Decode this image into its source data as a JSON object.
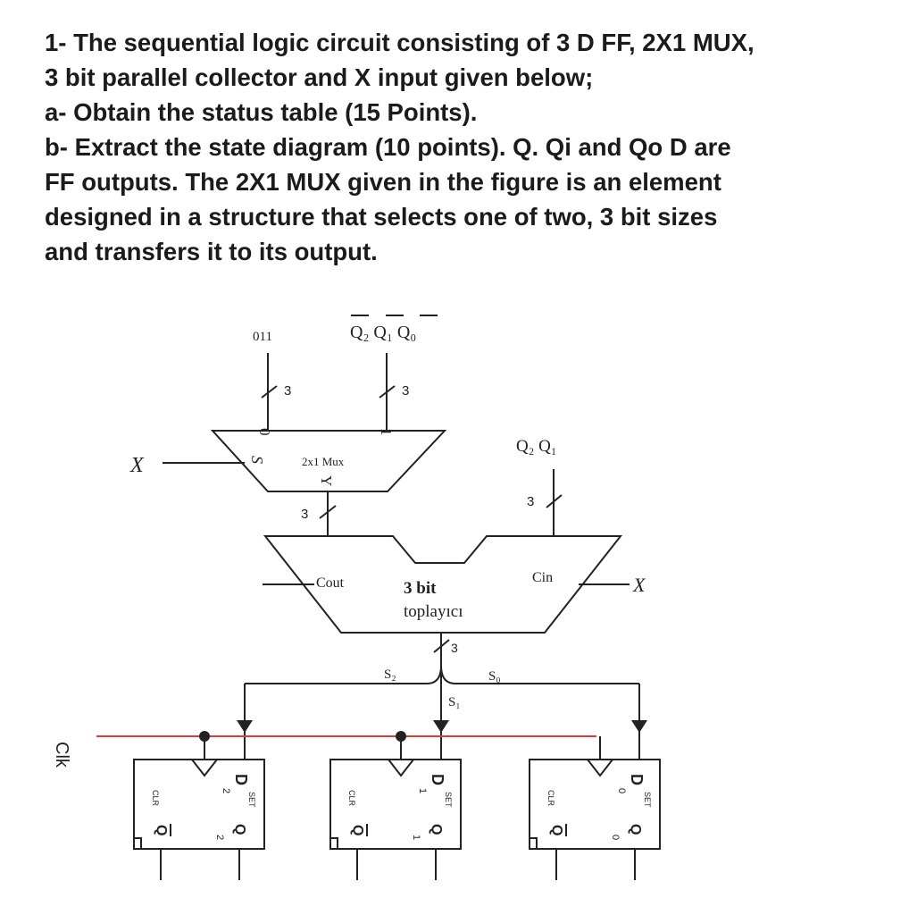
{
  "question": {
    "lines": [
      "1- The sequential logic circuit consisting of 3 D FF, 2X1 MUX,",
      "3 bit parallel collector and X input given below;",
      " a- Obtain the status table (15 Points).",
      "b- Extract the state diagram (10 points).  Q. Qi and Qo D are",
      "FF outputs.  The 2X1 MUX given in the figure is an element",
      "designed in a structure that selects one of two, 3 bit sizes",
      "and transfers it to its output."
    ]
  },
  "circuit": {
    "mux": {
      "input0_value": "011",
      "input1_label": "Q₂ Q₁ Q₀",
      "bus_width": "3",
      "pin0": "0",
      "pin1": "1",
      "select_pin": "S",
      "output_pin": "Y",
      "name": "2x1 Mux",
      "select_input": "X"
    },
    "adder": {
      "cout_label": "Cout",
      "cin_label": "Cin",
      "title_line1": "3 bit",
      "title_line2": "toplayıcı",
      "b_input_label": "Q₂ Q₁",
      "bus_width": "3",
      "carry_input": "X",
      "out_labels": [
        "S₂",
        "S₁",
        "S₀"
      ]
    },
    "clock_label": "Clk",
    "flipflops": [
      {
        "d": "D",
        "d_sub": "2",
        "q": "Q",
        "q_sub": "2",
        "qbar": "Q",
        "clr": "CLR",
        "set": "SET"
      },
      {
        "d": "D",
        "d_sub": "1",
        "q": "Q",
        "q_sub": "1",
        "qbar": "Q",
        "clr": "CLR",
        "set": "SET"
      },
      {
        "d": "D",
        "d_sub": "0",
        "q": "Q",
        "q_sub": "0",
        "qbar": "Q",
        "clr": "CLR",
        "set": "SET"
      }
    ],
    "colors": {
      "clock_line": "#e53935",
      "wire": "#222222"
    }
  }
}
